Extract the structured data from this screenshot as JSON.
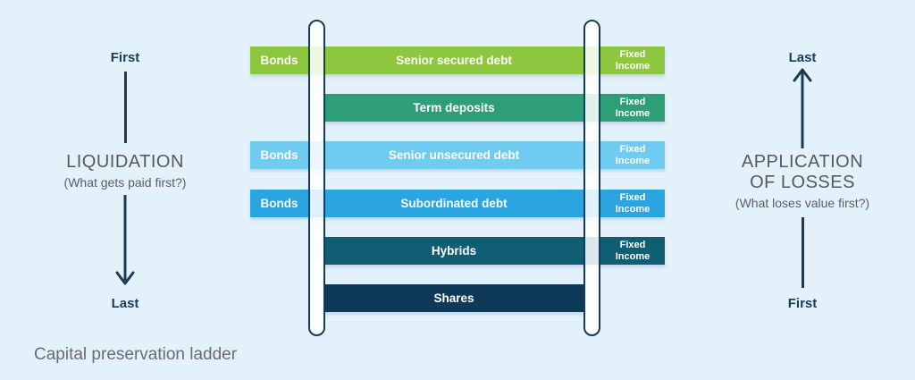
{
  "background_color": "#e3f1fb",
  "accent_navy": "#1b3a55",
  "caption": "Capital preservation ladder",
  "left_axis": {
    "top_label": "First",
    "title": "LIQUIDATION",
    "subtitle": "(What gets paid first?)",
    "bottom_label": "Last",
    "arrow_direction": "down"
  },
  "right_axis": {
    "top_label": "Last",
    "title_line1": "APPLICATION",
    "title_line2": "OF LOSSES",
    "subtitle": "(What loses value first?)",
    "bottom_label": "First",
    "arrow_direction": "up"
  },
  "ladder": {
    "bonds_label": "Bonds",
    "fixed_income_line1": "Fixed",
    "fixed_income_line2": "Income",
    "rows": [
      {
        "label": "Senior secured debt",
        "color": "#8dc63f",
        "bonds": true,
        "fixed_income": true
      },
      {
        "label": "Term deposits",
        "color": "#2e9e78",
        "bonds": false,
        "fixed_income": true
      },
      {
        "label": "Senior unsecured debt",
        "color": "#70cbf0",
        "bonds": true,
        "fixed_income": true
      },
      {
        "label": "Subordinated debt",
        "color": "#2aa5e0",
        "bonds": true,
        "fixed_income": true
      },
      {
        "label": "Hybrids",
        "color": "#105e73",
        "bonds": false,
        "fixed_income": true
      },
      {
        "label": "Shares",
        "color": "#0e3a57",
        "bonds": false,
        "fixed_income": false
      }
    ]
  }
}
